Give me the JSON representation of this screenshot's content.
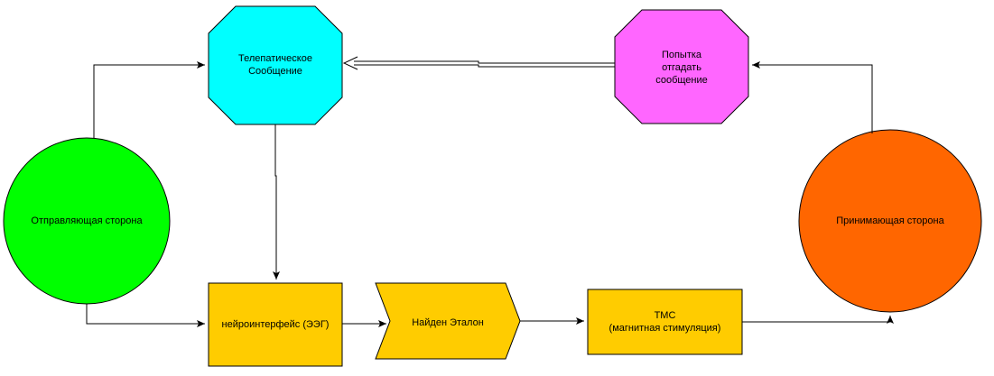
{
  "nodes": {
    "sender": {
      "label": "Отправляющая сторона",
      "color": "#00FF00"
    },
    "telepathic": {
      "line1": "Телепатическое",
      "line2": "Сообщение",
      "color": "#00FFFF"
    },
    "guess": {
      "line1": "Попытка",
      "line2": "отгадать",
      "line3": "сообщение",
      "color": "#FF66FF"
    },
    "receiver": {
      "label": "Принимающая сторона",
      "color": "#FF6600"
    },
    "neuro": {
      "label": "нейроинтерфейс (ЭЭГ)",
      "color": "#FFCC00"
    },
    "found": {
      "label": "Найден Эталон",
      "color": "#FFCC00"
    },
    "tms": {
      "line1": "ТМС",
      "line2": "(магнитная стимуляция)",
      "color": "#FFCC00"
    }
  },
  "stroke_color": "#000000"
}
